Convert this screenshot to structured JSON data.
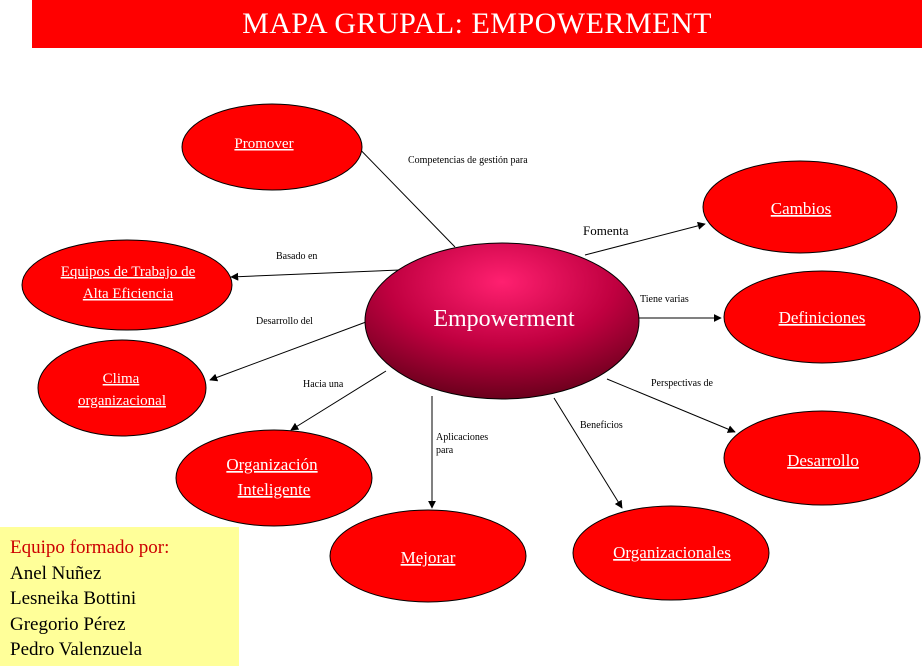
{
  "title": "MAPA GRUPAL: EMPOWERMENT",
  "center": {
    "label": "Empowerment"
  },
  "nodes": {
    "promover": {
      "label": "Promover"
    },
    "equipos": {
      "label_line1": "Equipos de Trabajo de",
      "label_line2": "Alta Eficiencia"
    },
    "clima": {
      "label_line1": "Clima",
      "label_line2": "organizacional"
    },
    "organizacion": {
      "label_line1": "Organización",
      "label_line2": "Inteligente"
    },
    "mejorar": {
      "label": "Mejorar"
    },
    "organizacionales": {
      "label": "Organizacionales"
    },
    "desarrollo": {
      "label": "Desarrollo"
    },
    "definiciones": {
      "label": "Definiciones"
    },
    "cambios": {
      "label": "Cambios"
    }
  },
  "edges": {
    "promover": "Competencias de gestión para",
    "equipos": "Basado en",
    "clima": "Desarrollo del",
    "organizacion": "Hacia una",
    "mejorar_line1": "Aplicaciones",
    "mejorar_line2": "para",
    "organizacionales": "Beneficios",
    "desarrollo": "Perspectivas de",
    "definiciones": "Tiene varias",
    "cambios": "Fomenta"
  },
  "team": {
    "heading": "Equipo formado por:",
    "members": [
      "Anel Nuñez",
      "Lesneika Bottini",
      "Gregorio Pérez",
      "Pedro Valenzuela"
    ]
  },
  "colors": {
    "title_bg": "#ff0000",
    "node_fill": "#ff0000",
    "center_top": "#ff1060",
    "center_bottom": "#7a0020",
    "team_bg": "#ffff99",
    "team_heading": "#cc0000"
  }
}
